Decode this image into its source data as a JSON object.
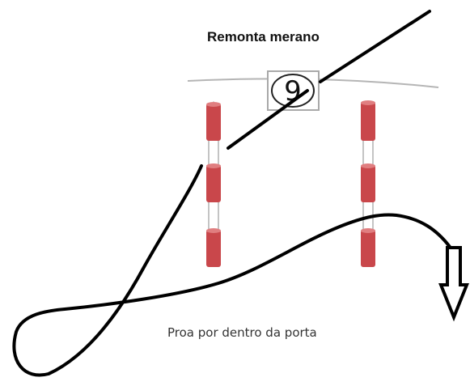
{
  "diagram": {
    "title": "Remonta merano",
    "gate_number": "9",
    "caption": "Proa por dentro da porta",
    "colors": {
      "pole": "#c9474b",
      "pole_dark": "#a63136",
      "wire": "#b5b5b5",
      "path": "#000000"
    },
    "icons": {
      "arrow": "down-arrow-icon"
    }
  }
}
